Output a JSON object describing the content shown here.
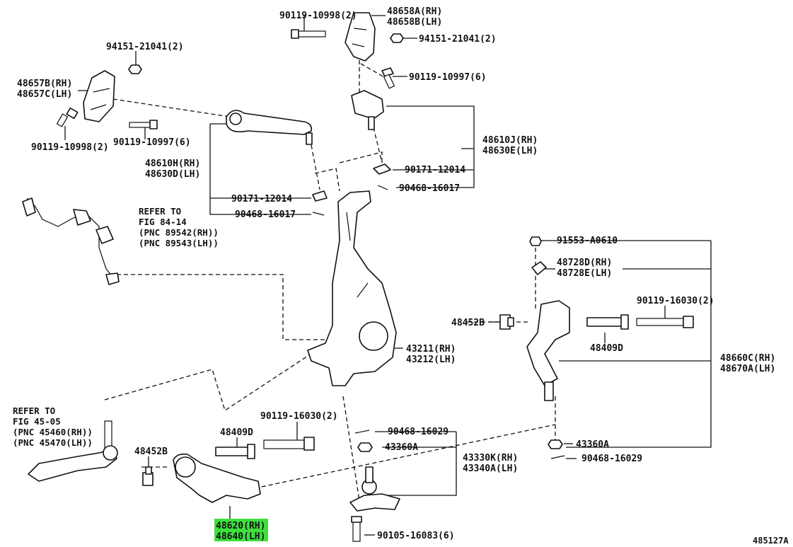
{
  "illustration_id": "485127A",
  "highlight_color": "#3ee03e",
  "labels": {
    "p48658ab": [
      "48658A(RH)",
      "48658B(LH)"
    ],
    "p90119_10998_top": "90119-10998(2)",
    "p94151_top_right": "94151-21041(2)",
    "p90119_10997_top": "90119-10997(6)",
    "p94151_left": "94151-21041(2)",
    "p48657bc": [
      "48657B(RH)",
      "48657C(LH)"
    ],
    "p90119_10998_left": "90119-10998(2)",
    "p90119_10997_left": "90119-10997(6)",
    "p48610h": [
      "48610H(RH)",
      "48630D(LH)"
    ],
    "p90171_left": "90171-12014",
    "p90468_left": "90468-16017",
    "p48610j": [
      "48610J(RH)",
      "48630E(LH)"
    ],
    "p90171_right": "90171-12014",
    "p90468_right": "90468-16017",
    "refer_sensor": [
      "REFER TO",
      "FIG 84-14",
      "(PNC 89542(RH))",
      "(PNC 89543(LH))"
    ],
    "p91553": "91553-A0610",
    "p48728": [
      "48728D(RH)",
      "48728E(LH)"
    ],
    "p90119_16030_right": "90119-16030(2)",
    "p48452b_right": "48452B",
    "p48409d_right": "48409D",
    "p43211": [
      "43211(RH)",
      "43212(LH)"
    ],
    "p48660c": [
      "48660C(RH)",
      "48670A(LH)"
    ],
    "refer_tierod": [
      "REFER TO",
      "FIG 45-05",
      "(PNC 45460(RH))",
      "(PNC 45470(LH))"
    ],
    "p90119_16030_left": "90119-16030(2)",
    "p48409d_left": "48409D",
    "p48452b_left": "48452B",
    "p48620": [
      "48620(RH)",
      "48640(LH)"
    ],
    "p90468_16029_a": "90468-16029",
    "p43360a_left": "43360A",
    "p43330k": [
      "43330K(RH)",
      "43340A(LH)"
    ],
    "p90105": "90105-16083(6)",
    "p43360a_right": "43360A",
    "p90468_16029_b": "90468-16029"
  }
}
